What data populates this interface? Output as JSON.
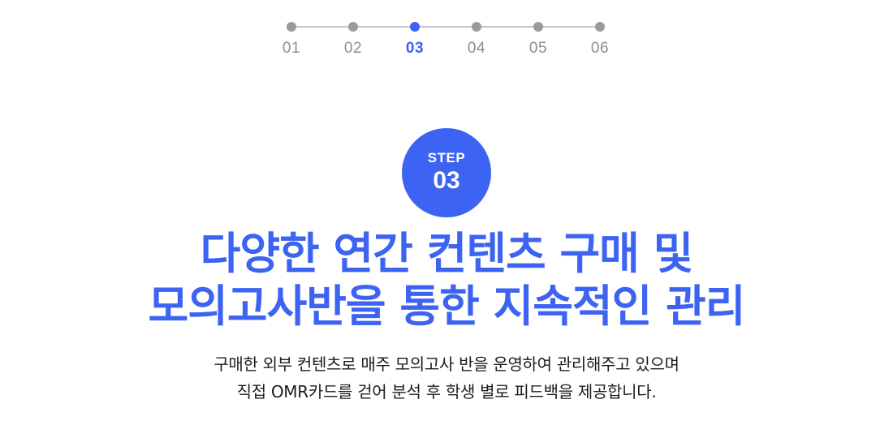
{
  "stepper": {
    "steps": [
      "01",
      "02",
      "03",
      "04",
      "05",
      "06"
    ],
    "active_step": "03"
  },
  "badge": {
    "label": "STEP",
    "number": "03"
  },
  "headline": {
    "line1": "다양한 연간 컨텐츠 구매 및",
    "line2": "모의고사반을 통한 지속적인 관리"
  },
  "description": {
    "line1": "구매한 외부 컨텐츠로 매주 모의고사 반을 운영하여 관리해주고 있으며",
    "line2": "직접 OMR카드를 걷어 분석 후 학생 별로 피드백을 제공합니다."
  },
  "colors": {
    "accent": "#3d63f2",
    "inactive_dot": "#9b9b9b",
    "inactive_text": "#8e8e8e",
    "line": "#c4c4c4",
    "body_text": "#1c1c1c"
  }
}
